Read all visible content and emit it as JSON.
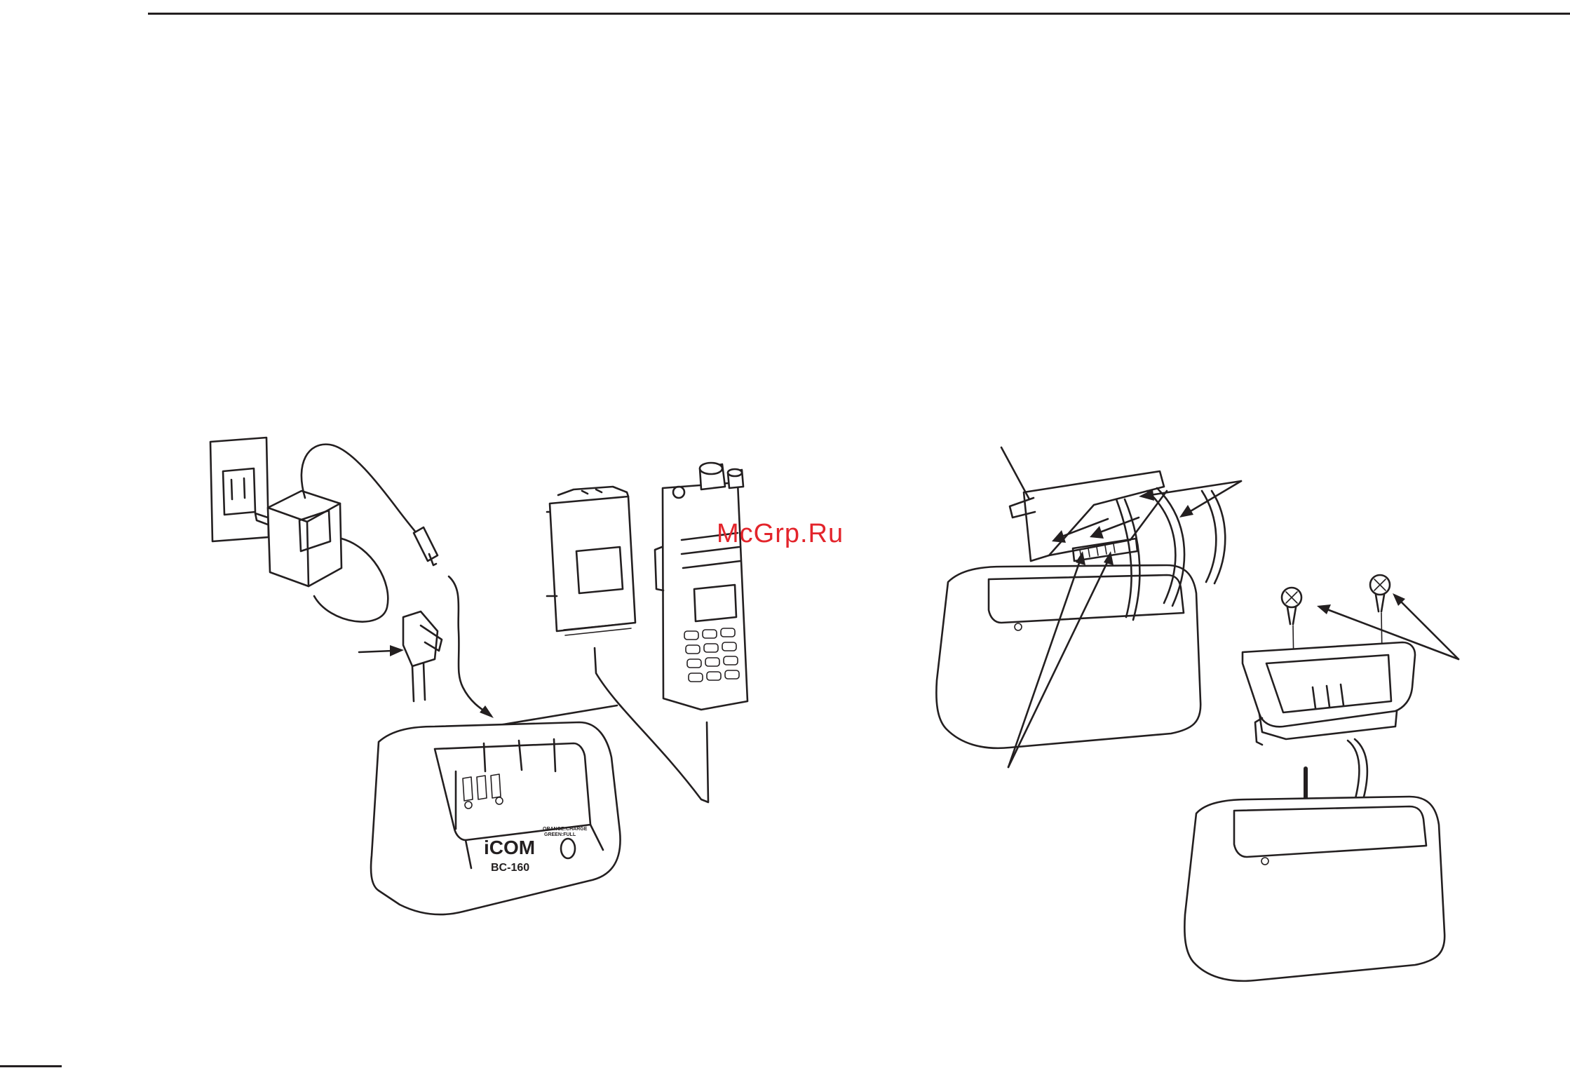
{
  "watermark": {
    "text": "McGrp.Ru",
    "color": "#e3242b"
  },
  "charter": {
    "brand": "iCOM",
    "model": "BC-160",
    "indicator_text_line1": "ORANGE:CHARGE",
    "indicator_text_line2": "GREEN:FULL"
  },
  "colors": {
    "line": "#231f20",
    "background": "#ffffff"
  }
}
